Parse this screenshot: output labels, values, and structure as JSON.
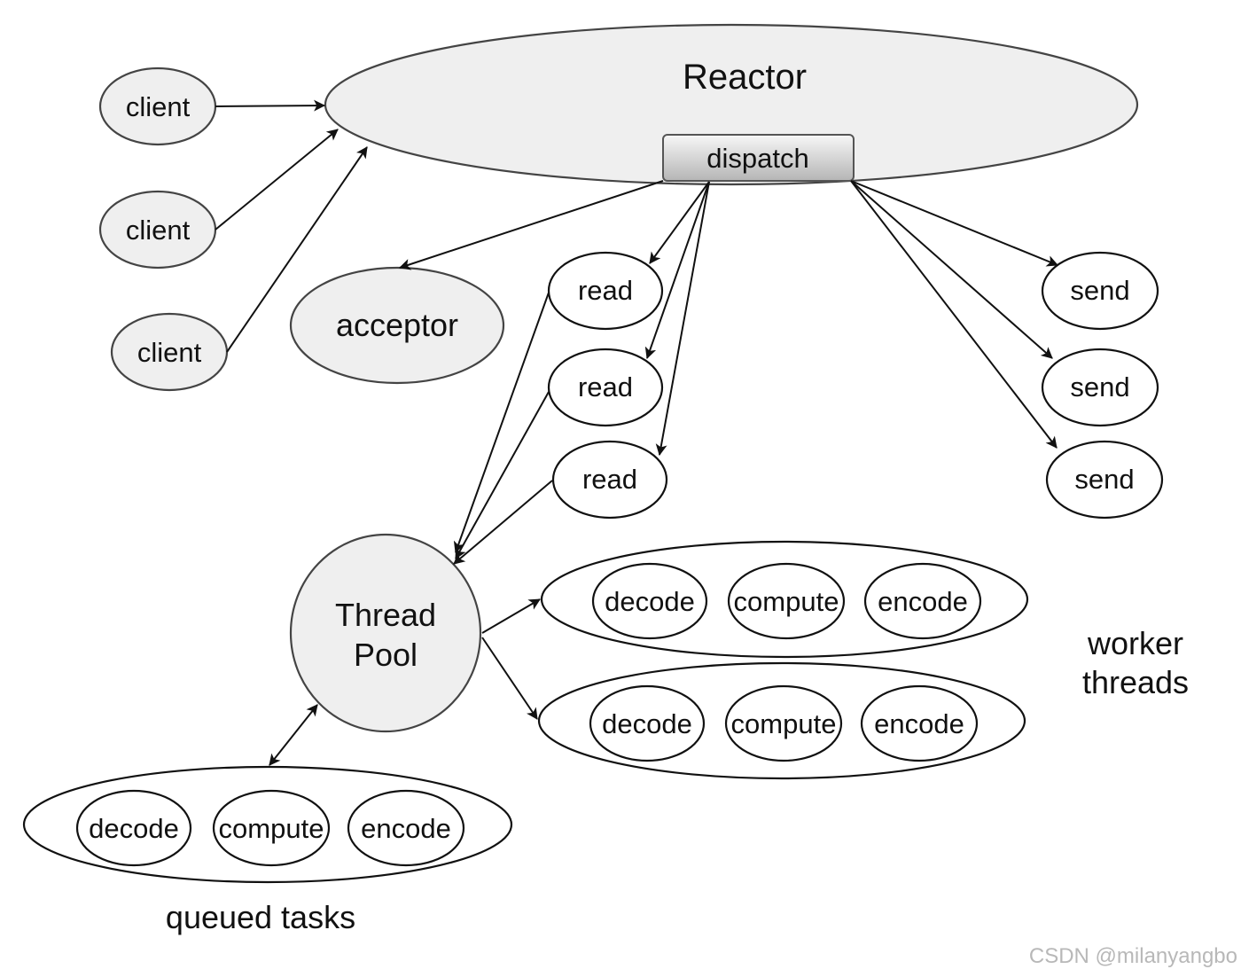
{
  "diagram": {
    "reactor": {
      "label": "Reactor",
      "dispatch_label": "dispatch"
    },
    "clients": [
      {
        "label": "client"
      },
      {
        "label": "client"
      },
      {
        "label": "client"
      }
    ],
    "acceptor": {
      "label": "acceptor"
    },
    "reads": [
      {
        "label": "read"
      },
      {
        "label": "read"
      },
      {
        "label": "read"
      }
    ],
    "sends": [
      {
        "label": "send"
      },
      {
        "label": "send"
      },
      {
        "label": "send"
      }
    ],
    "thread_pool": {
      "line1": "Thread",
      "line2": "Pool"
    },
    "worker_threads": {
      "line1": "worker",
      "line2": "threads",
      "rows": [
        {
          "tasks": [
            "decode",
            "compute",
            "encode"
          ]
        },
        {
          "tasks": [
            "decode",
            "compute",
            "encode"
          ]
        }
      ]
    },
    "queued_tasks": {
      "label": "queued tasks",
      "tasks": [
        "decode",
        "compute",
        "encode"
      ]
    }
  },
  "watermark": "CSDN @milanyangbo",
  "colors": {
    "gray_fill": "#efefef",
    "stroke": "#111111",
    "dispatch_gradient_top": "#f7f7f7",
    "dispatch_gradient_bottom": "#b5b5b5"
  }
}
